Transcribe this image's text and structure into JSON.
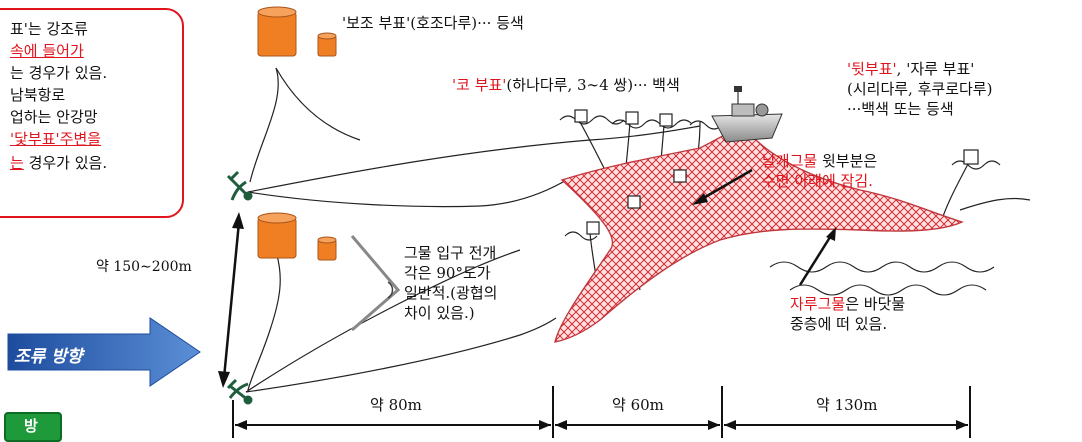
{
  "note": {
    "lines": [
      {
        "parts": [
          {
            "text": "표'는 강조류",
            "style": "plain"
          }
        ]
      },
      {
        "parts": [
          {
            "text": "속에 들어가",
            "style": "red-ul"
          }
        ]
      },
      {
        "parts": [
          {
            "text": "는 경우가 있음.",
            "style": "plain"
          }
        ]
      },
      {
        "parts": [
          {
            "text": "남북항로",
            "style": "plain"
          }
        ]
      },
      {
        "parts": [
          {
            "text": "업하는 안강망",
            "style": "plain"
          }
        ]
      },
      {
        "parts": [
          {
            "text": "'닻부표'주변을",
            "style": "red-ul"
          }
        ]
      },
      {
        "parts": [
          {
            "text": "는",
            "style": "red-ul"
          },
          {
            "text": " 경우가 있음.",
            "style": "plain"
          }
        ]
      }
    ]
  },
  "labels": {
    "aux_buoy": "'보조 부표'(호조다루)··· 등색",
    "nose_buoy_red": "'코 부표'",
    "nose_buoy_rest": "(하나다루, 3∼4 쌍)··· 백색",
    "rear_buoy_red": "'뒷부표'",
    "rear_buoy_line1_rest": ", '자루 부표'",
    "rear_buoy_line2": "(시리다루, 후쿠로다루)",
    "rear_buoy_line3": "···백색 또는 등색",
    "wing_red": "날개그물",
    "wing_rest": " 윗부분은",
    "wing_line2": "수면 아래에 잠김.",
    "mouth_line1": "그물 입구 전개",
    "mouth_line2": "각은 90°도가",
    "mouth_line3": "일반적.(광협의",
    "mouth_line4": "차이 있음.)",
    "cod_red": "자루그물",
    "cod_rest": "은 바닷물",
    "cod_line2": "중층에 떠 있음.",
    "anchor_spacing": "약 150∼200m",
    "direction": "조류 방향",
    "green_tab": "방"
  },
  "dimensions": {
    "seg1": "약 80m",
    "seg2": "약 60m",
    "seg3": "약 130m"
  },
  "colors": {
    "accent_red": "#e0141c",
    "buoy_orange": "#f07f24",
    "net_fill": "#f6c7c7",
    "direction_arrow": "#2f63b3",
    "green_tab": "#1f9a3a"
  }
}
